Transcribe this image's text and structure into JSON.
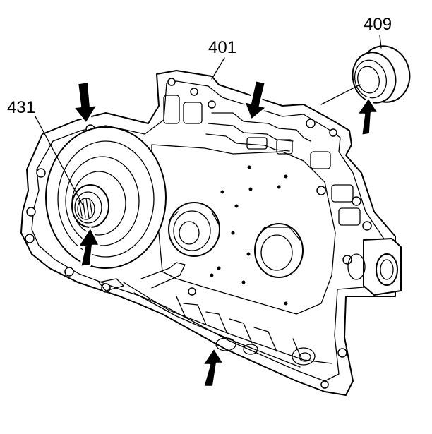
{
  "callouts": {
    "case": "401",
    "seal": "409",
    "bearing": "431"
  },
  "colors": {
    "ink": "#000000",
    "paper": "#ffffff"
  }
}
